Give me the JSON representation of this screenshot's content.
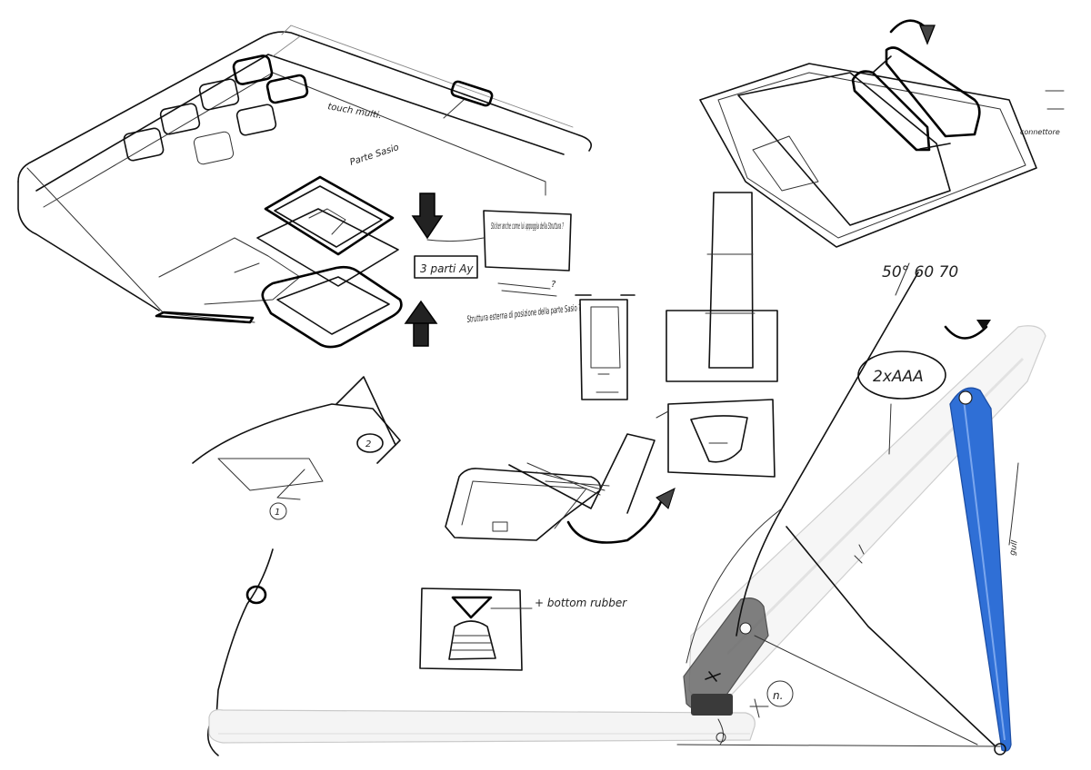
{
  "colors": {
    "ink": "#111111",
    "paper": "#ffffff",
    "accent_blue": "#2f6fd6",
    "device_white": "#f4f4f4",
    "device_shadow": "#c9c9c9"
  },
  "annotations": {
    "touch_note": "touch multi.",
    "part_note": "Parte Sasio",
    "question_note": "Sticker anche come lui appoggia della Struttura ?",
    "parts_note": "3 parti Ay",
    "structure_note": "Struttura esterna di posizione della parte Sasio ?",
    "connector_note": "connettore",
    "battery_label": "2xAAA",
    "angles_label": "50° 60 70",
    "bottom_note": "+ bottom rubber",
    "hinge_mark": "n.",
    "circle_one": "1",
    "circle_two": "2",
    "side_note": "gull"
  },
  "icons": {
    "down_arrow": "down-arrow-icon",
    "up_arrow": "up-arrow-icon",
    "curved_arrow": "curved-arrow-icon"
  }
}
